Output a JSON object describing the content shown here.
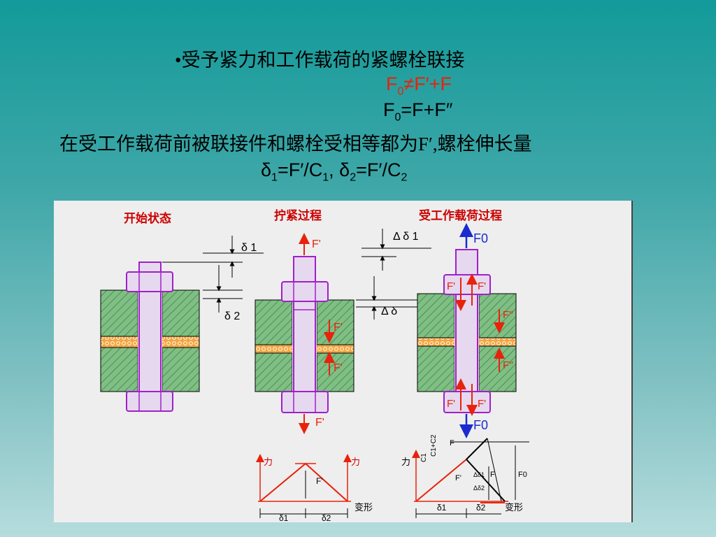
{
  "title": "•受予紧力和工作载荷的紧螺栓联接",
  "formula1": {
    "a": "F",
    "sub": "0",
    "b": "≠F′+F"
  },
  "formula2": {
    "a": "F",
    "sub": "0",
    "b": "=F+F″"
  },
  "sentence": "在受工作载荷前被联接件和螺栓受相等都为F′,螺栓伸长量",
  "formula3": {
    "a": "δ",
    "s1": "1",
    "b": "=F′/C",
    "s2": "1",
    "c": ", δ",
    "s3": "2",
    "d": "=F′/C",
    "s4": "2"
  },
  "diagram": {
    "stage1": "开始状态",
    "stage2": "拧紧过程",
    "stage3": "受工作载荷过程",
    "d1": "δ 1",
    "d2": "δ 2",
    "dd1": "Δ δ 1",
    "dd2": "Δ δ",
    "fp": "F'",
    "f0": "F0",
    "fpp": "F''",
    "force": "力",
    "deform": "变形",
    "small_d1": "δ1",
    "small_d2": "δ2",
    "ratio_top": "C1",
    "ratio_bot": "C1+C2",
    "ratio_f": "F",
    "vF": "F",
    "vF0": "F0",
    "vFp": "F'",
    "vdd1": "Δδ1",
    "vdd2": "Δδ2"
  },
  "colors": {
    "red": "#e8220b",
    "blue": "#1a2bd0",
    "purple": "#a020c8",
    "hatch": "#2e6e3c",
    "title": "#cc0000"
  }
}
